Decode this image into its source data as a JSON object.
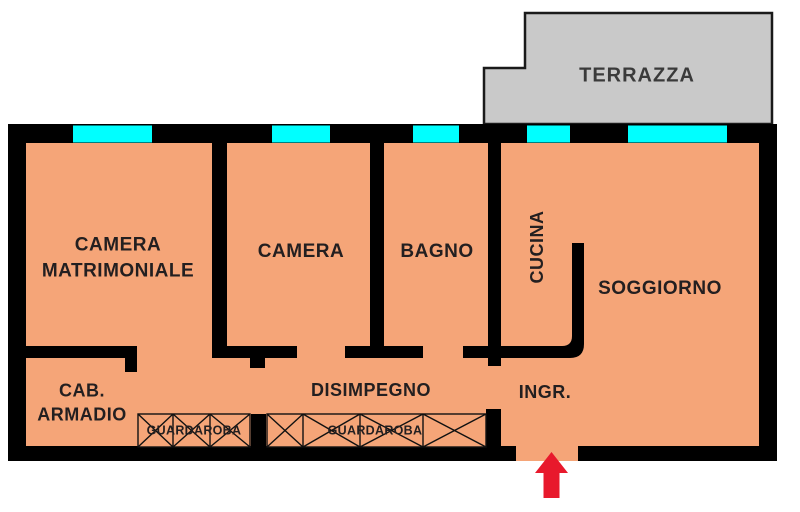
{
  "plan": {
    "title": "apartment floor plan",
    "rooms": {
      "terrazza": {
        "label": "TERRAZZA"
      },
      "camera_matrimoniale": {
        "label_line1": "CAMERA",
        "label_line2": "MATRIMONIALE"
      },
      "camera": {
        "label": "CAMERA"
      },
      "bagno": {
        "label": "BAGNO"
      },
      "cucina": {
        "label": "CUCINA"
      },
      "soggiorno": {
        "label": "SOGGIORNO"
      },
      "cab_armadio": {
        "label_line1": "CAB.",
        "label_line2": "ARMADIO"
      },
      "disimpegno": {
        "label": "DISIMPEGNO"
      },
      "ingresso": {
        "label": "INGR."
      },
      "guardaroba_1": {
        "label": "GUARDAROBA"
      },
      "guardaroba_2": {
        "label": "GUARDAROBA"
      }
    },
    "colors": {
      "floor": "#F5A578",
      "wall": "#000000",
      "window": "#00FFFF",
      "terrace": "#C9C9C9",
      "terrace_border": "#1A1A1A",
      "closet_line": "#111111",
      "arrow": "#E8192C",
      "text": "#231F20"
    }
  }
}
